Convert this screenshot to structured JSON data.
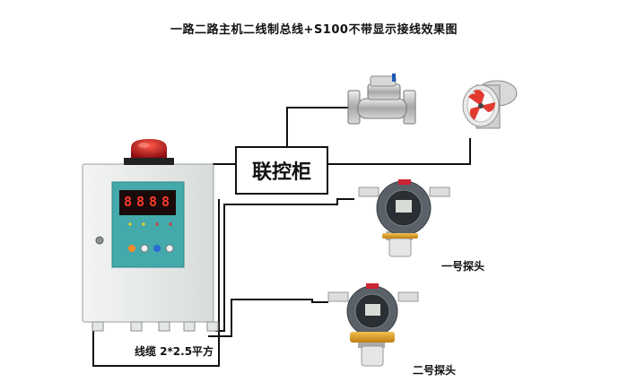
{
  "title": "一路二路主机二线制总线+S100不带显示接线效果图",
  "control_cabinet": {
    "label": "联控柜"
  },
  "controller": {
    "display_digits": [
      "8",
      "8",
      "8",
      "8"
    ],
    "button_labels": [
      "",
      "",
      "",
      ""
    ]
  },
  "detectors": [
    {
      "label": "一号探头"
    },
    {
      "label": "二号探头"
    }
  ],
  "cable": {
    "label": "线缆 2*2.5平方"
  },
  "colors": {
    "wire": "#111111",
    "controller_body": "#e7ebe9",
    "panel": "#43a9ab",
    "display": "#1a0a0a",
    "alarm_light": "#c8191e",
    "detector_body": "#5a6168",
    "detector_collar": "#d9a21b",
    "fan_blade": "#e23a2e"
  },
  "icons": [
    "alarm-light-icon",
    "solenoid-valve-icon",
    "exhaust-fan-icon",
    "gas-detector-icon"
  ]
}
